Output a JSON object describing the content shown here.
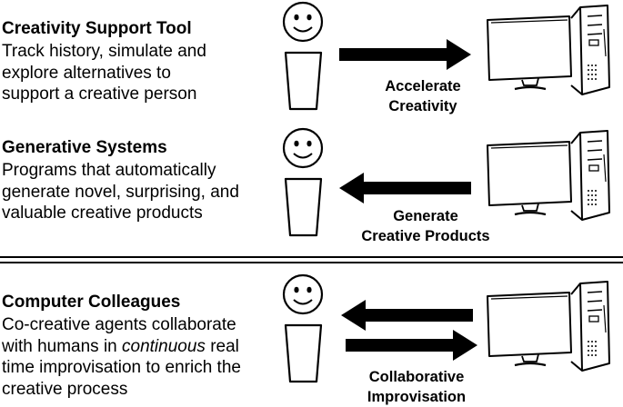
{
  "sections": [
    {
      "title": "Creativity Support Tool",
      "lines": [
        "Track history, simulate and",
        "explore alternatives to",
        "support a creative person"
      ],
      "caption": [
        "Accelerate",
        "Creativity"
      ]
    },
    {
      "title": "Generative Systems",
      "lines": [
        "Programs that automatically",
        "generate novel, surprising, and",
        "valuable creative products"
      ],
      "caption": [
        "Generate",
        "Creative Products"
      ]
    },
    {
      "title": "Computer Colleagues",
      "lines_rich": [
        {
          "text": "Co-creative agents collaborate"
        },
        {
          "before": "with humans in ",
          "em": "continuous",
          "after": " real"
        },
        {
          "text": "time improvisation to enrich the"
        },
        {
          "text": "creative process"
        }
      ],
      "caption": [
        "Collaborative",
        "Improvisation"
      ]
    }
  ],
  "icons": {
    "person": "stick-person-icon",
    "computer": "desktop-computer-icon",
    "arrow_right": "arrow-right-icon",
    "arrow_left": "arrow-left-icon"
  }
}
